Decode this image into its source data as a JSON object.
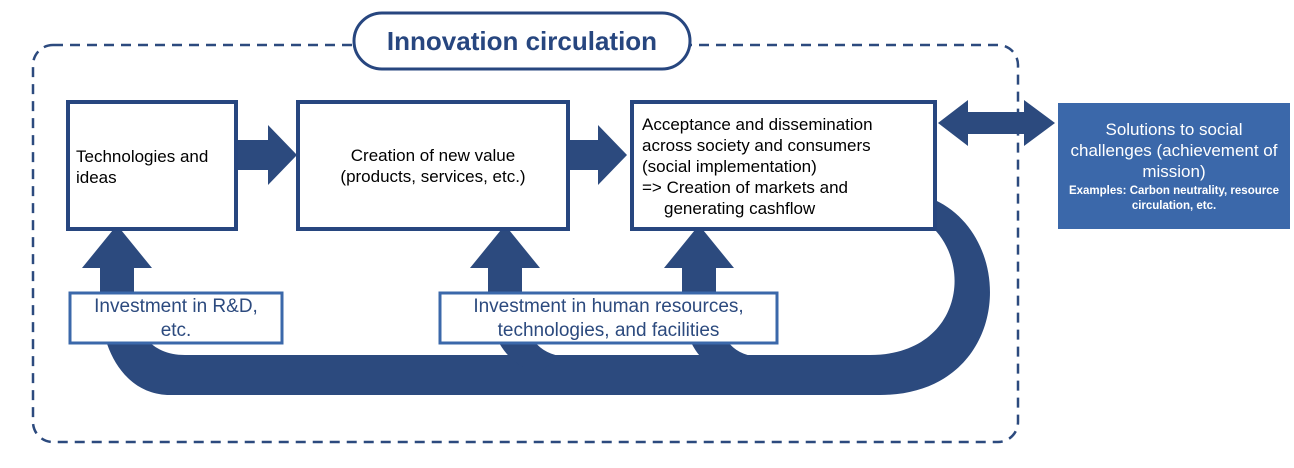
{
  "title": "Innovation circulation",
  "boxes": {
    "technologies": "Technologies and ideas",
    "creation_line1": "Creation of new value",
    "creation_line2": "(products, services, etc.)",
    "acceptance_line1": "Acceptance and dissemination",
    "acceptance_line2": "across society and consumers",
    "acceptance_line3": "(social implementation)",
    "acceptance_line4": "=> Creation of markets and",
    "acceptance_line5": "generating cashflow"
  },
  "investments": {
    "rnd": "Investment in R&D, etc.",
    "human_line1": "Investment in human resources,",
    "human_line2": "technologies, and facilities"
  },
  "solutions": {
    "title": "Solutions to social challenges (achievement of mission)",
    "examples": "Examples: Carbon neutrality, resource circulation, etc."
  },
  "colors": {
    "navy": "#2c4a7e",
    "box_border": "#27467f",
    "dashed_border": "#2c4a7e",
    "solutions_fill": "#3b68aa"
  },
  "icons": [
    "right-arrow",
    "double-headed-arrow",
    "curved-return-arrow",
    "up-arrow"
  ]
}
